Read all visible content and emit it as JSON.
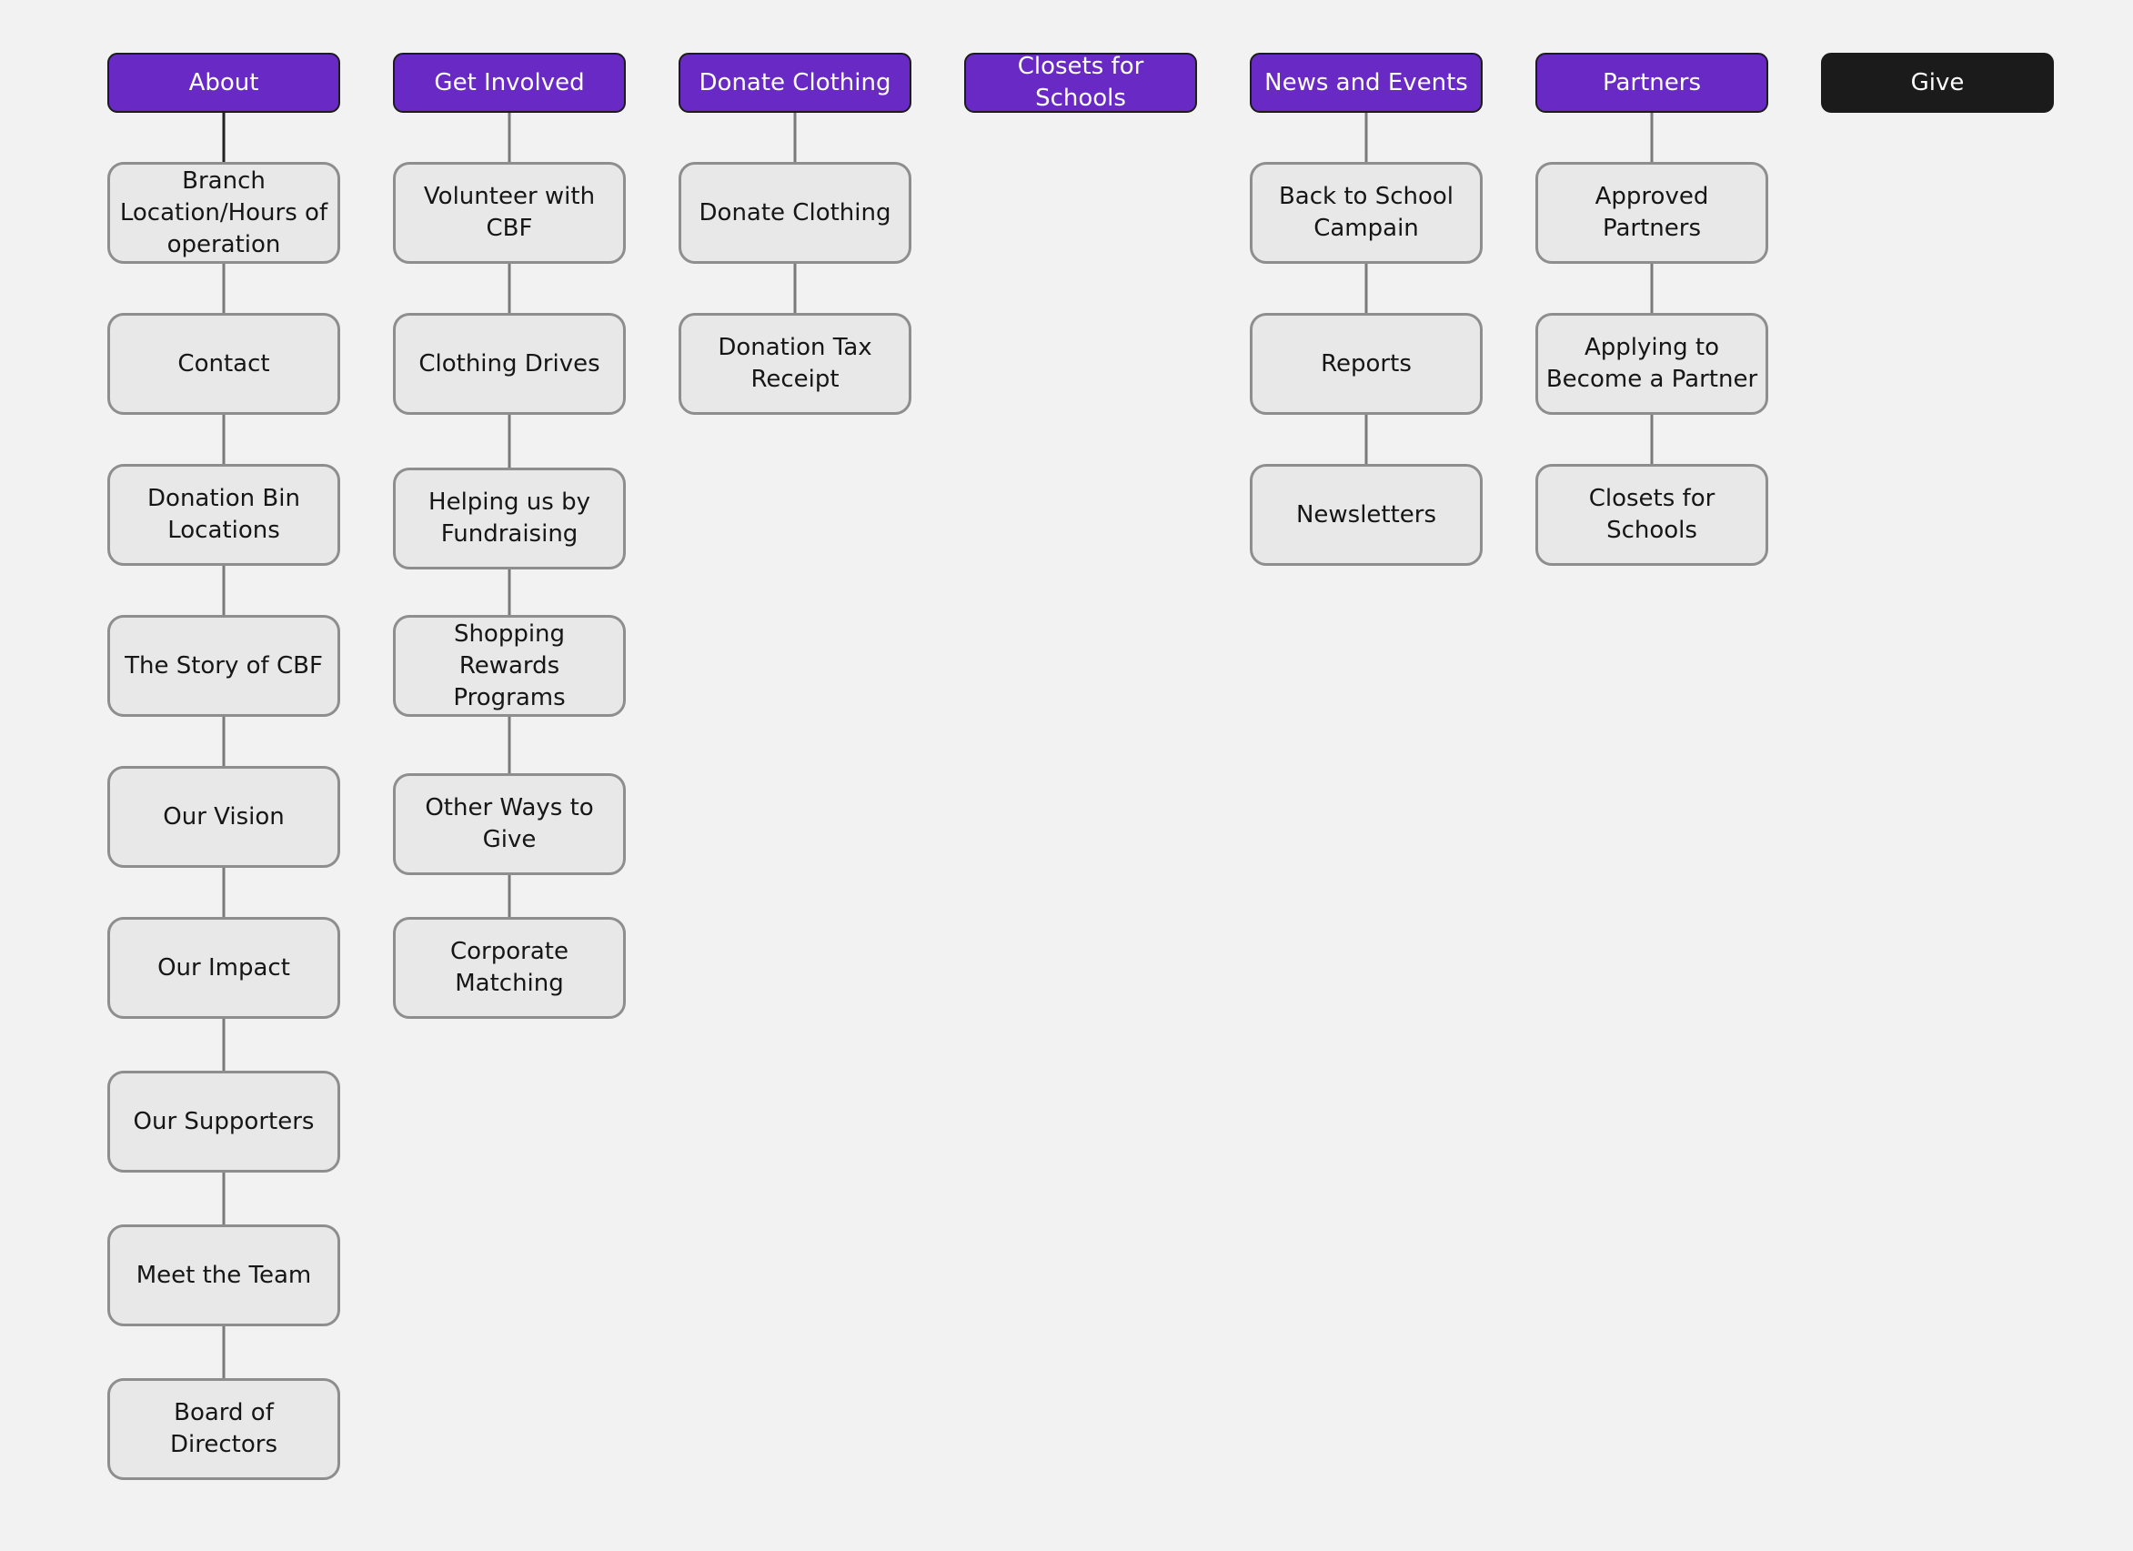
{
  "diagram": {
    "columns": [
      {
        "label": "About",
        "style": "purple",
        "children": [
          "Branch Location/Hours of operation",
          "Contact",
          "Donation Bin Locations",
          "The Story of CBF",
          "Our Vision",
          "Our Impact",
          "Our Supporters",
          "Meet the Team",
          "Board of Directors"
        ]
      },
      {
        "label": "Get Involved",
        "style": "purple",
        "children": [
          "Volunteer with CBF",
          "Clothing Drives",
          "Helping us by Fundraising",
          "Shopping Rewards Programs",
          "Other Ways to Give",
          "Corporate Matching"
        ]
      },
      {
        "label": "Donate Clothing",
        "style": "purple",
        "children": [
          "Donate Clothing",
          "Donation Tax Receipt"
        ]
      },
      {
        "label": "Closets for Schools",
        "style": "purple",
        "children": []
      },
      {
        "label": "News and Events",
        "style": "purple",
        "children": [
          "Back to School Campain",
          "Reports",
          "Newsletters"
        ]
      },
      {
        "label": "Partners",
        "style": "purple",
        "children": [
          "Approved Partners",
          "Applying to Become a Partner",
          "Closets for Schools"
        ]
      },
      {
        "label": "Give",
        "style": "black",
        "children": []
      }
    ]
  },
  "colors": {
    "background": "#f2f2f2",
    "top_node_purple": "#6929c4",
    "top_node_black": "#1b1b1b",
    "child_fill": "#e8e8e8",
    "child_border": "#8e8e8e",
    "connector": "#7a7a7a"
  }
}
